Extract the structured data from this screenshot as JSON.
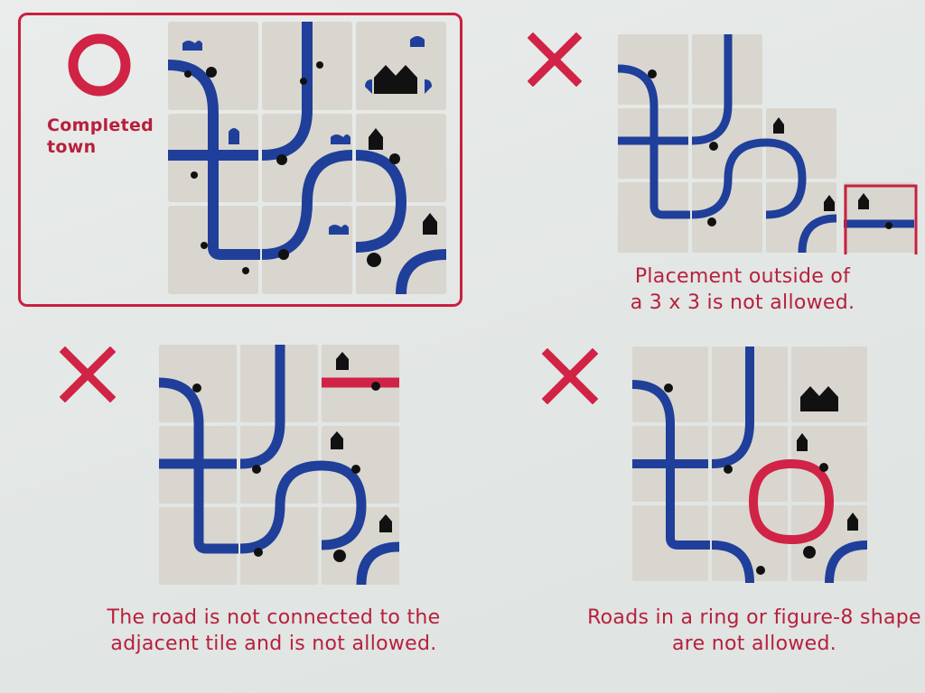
{
  "examples": [
    {
      "id": "completed",
      "verdict": "allowed",
      "label_lines": [
        "Completed",
        "town"
      ],
      "grid": "3x3"
    },
    {
      "id": "outside",
      "verdict": "not-allowed",
      "caption_lines": [
        "Placement outside of",
        "a 3 x 3 is not allowed."
      ],
      "grid": "3x3-plus-extra-tile"
    },
    {
      "id": "disconnected",
      "verdict": "not-allowed",
      "caption_lines": [
        "The road is not connected to the",
        "adjacent tile and is not allowed."
      ],
      "grid": "3x3"
    },
    {
      "id": "ring",
      "verdict": "not-allowed",
      "caption_lines": [
        "Roads in a ring or figure-8 shape",
        "are not allowed."
      ],
      "grid": "3x3"
    }
  ],
  "colors": {
    "accent": "#c8203f",
    "road": "#1f3f9a",
    "tile": "#d9d6cf",
    "icon": "#111111",
    "background": "#e6e9e7"
  },
  "icons": [
    "circle-ok-icon",
    "cross-icon",
    "house-icon",
    "cat-icon",
    "person-icon",
    "hat-icon"
  ]
}
